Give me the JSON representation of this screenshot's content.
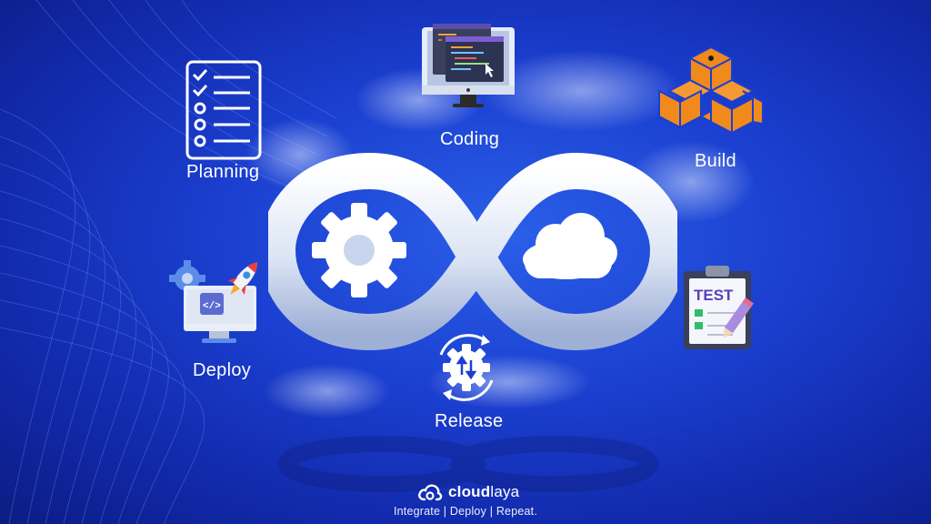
{
  "stages": {
    "planning": "Planning",
    "coding": "Coding",
    "build": "Build",
    "test_badge": "TEST",
    "release": "Release",
    "deploy": "Deploy"
  },
  "brand": {
    "name_bold": "cloud",
    "name_light": "laya",
    "tagline": "Integrate | Deploy | Repeat."
  },
  "colors": {
    "background": "#1b3fd0",
    "build_orange": "#f08a1c",
    "test_purple": "#5b3fb5"
  },
  "icons": {
    "planning": "checklist-icon",
    "coding": "code-monitor-icon",
    "build": "stacked-boxes-icon",
    "test": "test-clipboard-icon",
    "release": "gear-cycle-icon",
    "deploy": "deploy-rocket-monitor-icon",
    "center": "infinity-loop-icon"
  }
}
